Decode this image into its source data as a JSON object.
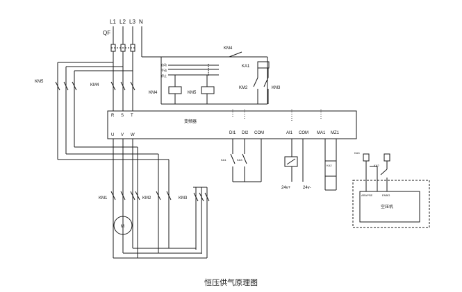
{
  "caption": "恒压供气原理图",
  "mains": {
    "l1": "L1",
    "l2": "L2",
    "l3": "L3",
    "n": "N",
    "breaker": "QF"
  },
  "contactors": {
    "km1": "KM1",
    "km2": "KM2",
    "km3": "KM3",
    "km4": "KM4",
    "km5": "KM5"
  },
  "relay": {
    "ka1": "KA1",
    "ka2": "KA2",
    "ka3": "KA3",
    "ka2_small": "KA2",
    "ka3_small": "KA3",
    "ka_left": "KA1"
  },
  "vfd": {
    "title": "变频器",
    "terminals_in": [
      "R",
      "S",
      "T"
    ],
    "terminals_out": [
      "U",
      "V",
      "W"
    ],
    "di1": "DI1",
    "di2": "DI2",
    "com1": "COM",
    "ai1": "AI1",
    "com2": "COM",
    "ma1": "MA1",
    "mz1": "MZ1"
  },
  "supply": {
    "pos": "24v+",
    "neg": "24v-"
  },
  "motor": {
    "label": "M"
  },
  "compressor": {
    "label": "空压机",
    "t1": "ARAPSE",
    "t2": "ENBG"
  },
  "interlock": {
    "a": "自动",
    "b": "手动",
    "c": "停止"
  },
  "ka_small": {
    "k1": "KA3",
    "k2": "KA2"
  }
}
